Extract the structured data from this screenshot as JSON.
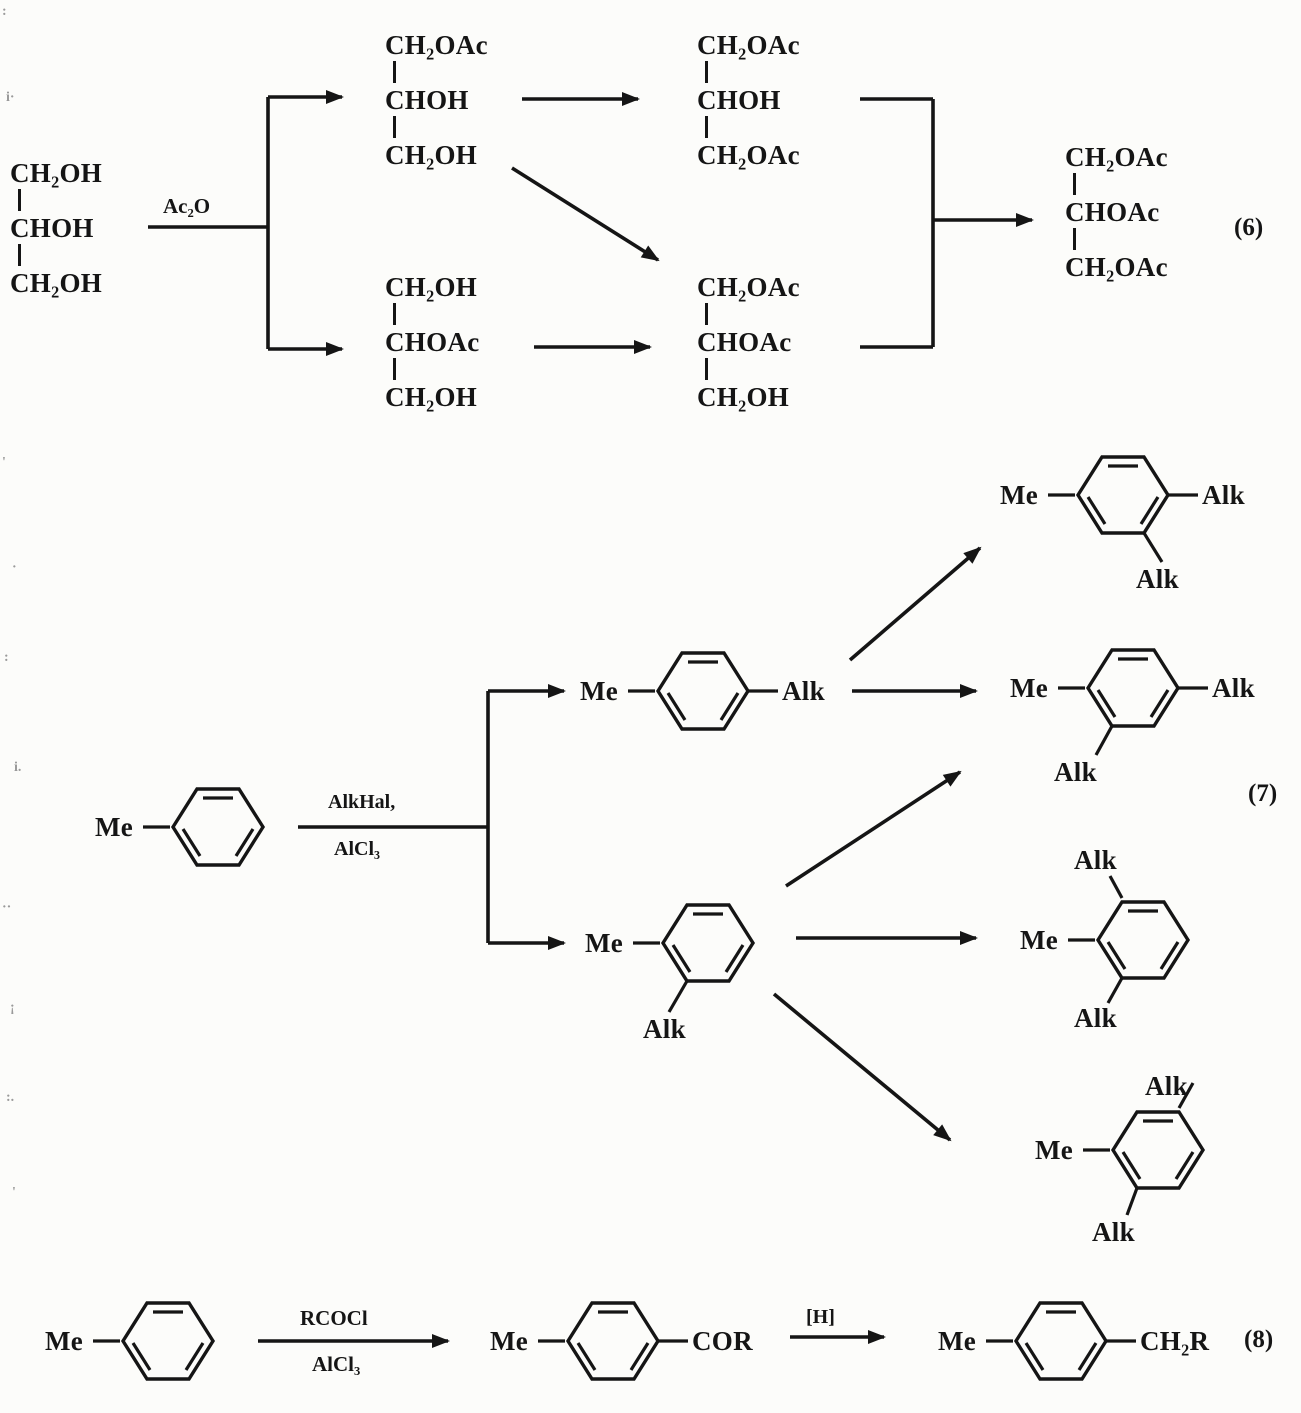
{
  "scheme6": {
    "equation_number": "(6)",
    "reagent": "Ac₂O",
    "glycerol": [
      "CH₂OH",
      "CHOH",
      "CH₂OH"
    ],
    "monoacetate_1": [
      "CH₂OAc",
      "CHOH",
      "CH₂OH"
    ],
    "monoacetate_2": [
      "CH₂OH",
      "CHOAc",
      "CH₂OH"
    ],
    "diacetate_13": [
      "CH₂OAc",
      "CHOH",
      "CH₂OAc"
    ],
    "diacetate_12": [
      "CH₂OAc",
      "CHOAc",
      "CH₂OH"
    ],
    "triacetate": [
      "CH₂OAc",
      "CHOAc",
      "CH₂OAc"
    ]
  },
  "scheme7": {
    "equation_number": "(7)",
    "reagent_line1": "AlkHal,",
    "reagent_line2": "AlCl₃",
    "toluene_me": "Me",
    "para_product": {
      "me": "Me",
      "alk": "Alk"
    },
    "ortho_product": {
      "me": "Me",
      "alk": "Alk"
    },
    "product1": {
      "me": "Me",
      "alk_right": "Alk",
      "alk_below": "Alk"
    },
    "product2": {
      "me": "Me",
      "alk_right": "Alk",
      "alk_below": "Alk"
    },
    "product3": {
      "me": "Me",
      "alk_above": "Alk",
      "alk_below": "Alk"
    },
    "product4": {
      "me": "Me",
      "alk_above": "Alk",
      "alk_below": "Alk"
    }
  },
  "scheme8": {
    "equation_number": "(8)",
    "reagent_line1": "RCOCl",
    "reagent_line2": "AlCl₃",
    "toluene_me": "Me",
    "ketone": {
      "me": "Me",
      "group": "COR"
    },
    "reduction_reagent": "[H]",
    "product": {
      "me": "Me",
      "group": "CH₂R"
    }
  },
  "scan_artifacts": [
    ":",
    "i·",
    "'",
    "·",
    ":",
    "i.",
    "··",
    "¡",
    ":.",
    "'"
  ]
}
